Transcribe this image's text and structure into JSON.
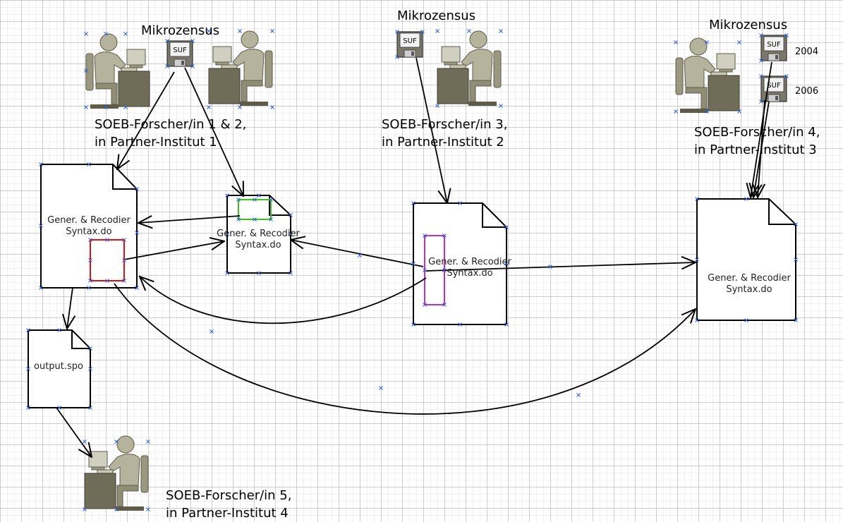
{
  "labels": {
    "mikrozensus_1": "Mikrozensus",
    "mikrozensus_2": "Mikrozensus",
    "mikrozensus_3": "Mikrozensus",
    "suf": "SUF",
    "year_2004": "2004",
    "year_2006": "2006",
    "researcher_1_2_line1": "SOEB-Forscher/in 1 & 2,",
    "researcher_1_2_line2": "in Partner-Institut 1",
    "researcher_3_line1": "SOEB-Forscher/in 3,",
    "researcher_3_line2": "in Partner-Institut 2",
    "researcher_4_line1": "SOEB-Forscher/in 4,",
    "researcher_4_line2": "in Partner-Institut 3",
    "researcher_5_line1": "SOEB-Forscher/in 5,",
    "researcher_5_line2": "in Partner-Institut 4",
    "doc_line1": "Gener. & Recodier",
    "doc_line2": "Syntax.do",
    "output_doc": "output.spo"
  },
  "colors": {
    "grid": "#d8d8d8",
    "person_fill": "#b5b39c",
    "person_stroke": "#5e5c48",
    "desk_fill": "#6f6d57",
    "red_box": "#e01010",
    "green_box": "#3cc020",
    "magenta_box": "#c030c0",
    "handle": "#3060d0"
  }
}
